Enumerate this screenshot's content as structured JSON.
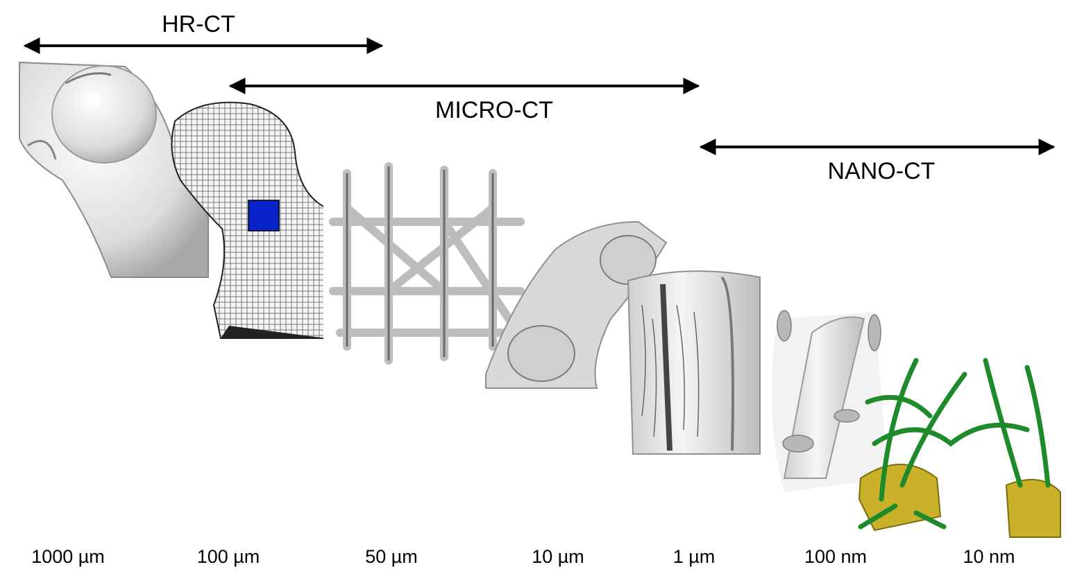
{
  "ranges": [
    {
      "label": "HR-CT"
    },
    {
      "label": "MICRO-CT"
    },
    {
      "label": "NANO-CT"
    }
  ],
  "scale_labels": [
    "1000 µm",
    "100 µm",
    "50 µm",
    "10 µm",
    "1 µm",
    "100 nm",
    "10 nm"
  ],
  "colors": {
    "arrow": "#000000",
    "bone": "#e6e6e6",
    "bone_shade": "#9a9a9a",
    "marker": "#0a23c8",
    "network": "#1f8a2a",
    "cell": "#c9b22a"
  },
  "panels": [
    {
      "name": "femur-render-panel"
    },
    {
      "name": "femoral-head-trabecular-panel"
    },
    {
      "name": "trabecular-network-panel"
    },
    {
      "name": "single-trabecula-panel"
    },
    {
      "name": "osteon-cylinder-panel"
    },
    {
      "name": "lacunae-panel"
    },
    {
      "name": "canalicular-network-panel"
    }
  ]
}
